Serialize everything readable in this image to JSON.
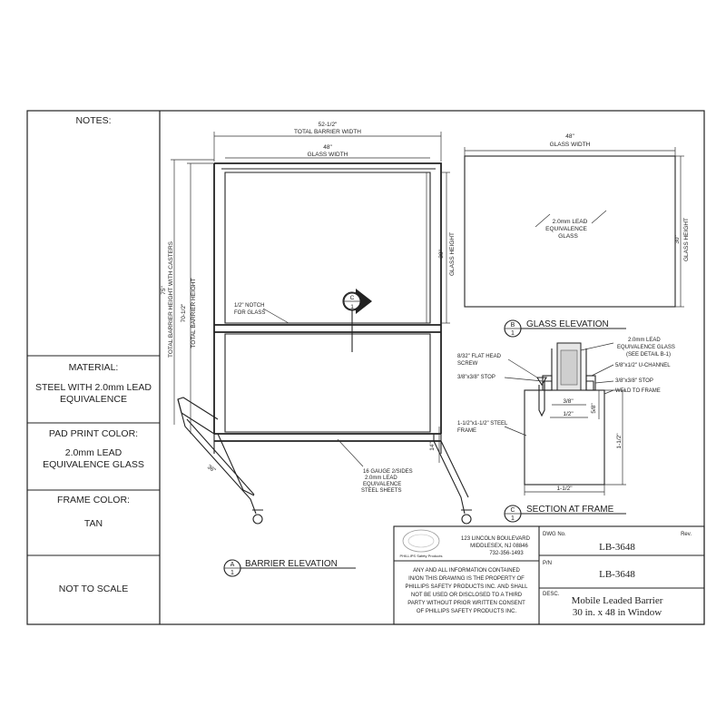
{
  "notes": {
    "title": "NOTES:",
    "material_label": "MATERIAL:",
    "material_line1": "STEEL WITH 2.0mm LEAD",
    "material_line2": "EQUIVALENCE",
    "pad_label": "PAD PRINT COLOR:",
    "pad_line1": "2.0mm LEAD",
    "pad_line2": "EQUIVALENCE GLASS",
    "frame_label": "FRAME COLOR:",
    "frame_value": "TAN",
    "scale": "NOT TO SCALE"
  },
  "barrier": {
    "total_width_value": "52-1/2\"",
    "total_width_label": "TOTAL BARRIER WIDTH",
    "glass_width_value": "48\"",
    "glass_width_label": "GLASS WIDTH",
    "glass_height_value": "30\"",
    "glass_height_label": "GLASS HEIGHT",
    "height_casters_value": "75\"",
    "height_casters_label": "TOTAL BARRIER HEIGHT WITH CASTERS",
    "total_height_value": "70-1/2\"",
    "total_height_label": "TOTAL BARRIER HEIGHT",
    "notch_line1": "1/2\" NOTCH",
    "notch_line2": "FOR GLASS",
    "base_dim": "14\"",
    "depth_dim": "36\"",
    "sheets_line1": "16 GAUGE 2/SIDES",
    "sheets_line2": "2.0mm LEAD",
    "sheets_line3": "EQUIVALENCE",
    "sheets_line4": "STEEL SHEETS",
    "section_letter": "C",
    "section_number": "1"
  },
  "glass_elevation": {
    "width_value": "48\"",
    "width_label": "GLASS WIDTH",
    "height_value": "30\"",
    "height_label": "GLASS HEIGHT",
    "center_line1": "2.0mm LEAD",
    "center_line2": "EQUIVALENCE",
    "center_line3": "GLASS"
  },
  "section": {
    "glass_note1": "2.0mm LEAD",
    "glass_note2": "EQUIVALENCE GLASS",
    "glass_note3": "(SEE DETAIL B-1)",
    "screw_line1": "8/32\" FLAT HEAD",
    "screw_line2": "SCREW",
    "stop_left": "3/8\"x3/8\" STOP",
    "uchannel": "5/8\"x1/2\" U-CHANNEL",
    "stop_right": "3/8\"x3/8\" STOP",
    "weld": "WELD TO FRAME",
    "dim_3_8": "3/8\"",
    "dim_1_2": "1/2\"",
    "dim_5_8": "5/8\"",
    "steel_line1": "1-1/2\"x1-1/2\" STEEL",
    "steel_line2": "FRAME",
    "dim_v": "1-1/2\"",
    "dim_h": "1-1/2\""
  },
  "titles": {
    "barrier": {
      "letter": "A",
      "number": "1",
      "text": "BARRIER ELEVATION"
    },
    "glass": {
      "letter": "B",
      "number": "1",
      "text": "GLASS ELEVATION"
    },
    "section": {
      "letter": "C",
      "number": "1",
      "text": "SECTION AT FRAME"
    }
  },
  "title_block": {
    "address1": "123 LINCOLN BOULEVARD",
    "address2": "MIDDLESEX, NJ 08846",
    "phone": "732-356-1493",
    "logo_small": "PHILLIPS Safety Products",
    "disclaimer": [
      "ANY AND ALL INFORMATION CONTAINED",
      "IN/ON THIS DRAWING IS THE PROPERTY OF",
      "PHILLIPS SAFETY PRODUCTS INC. AND SHALL",
      "NOT BE USED OR DISCLOSED TO A THIRD",
      "PARTY WITHOUT PRIOR WRITTEN CONSENT",
      "OF PHILLIPS SAFETY PRODUCTS INC."
    ],
    "dwg_label": "DWG No.",
    "rev_label": "Rev.",
    "dwg_value": "LB-3648",
    "pn_label": "P/N",
    "pn_value": "LB-3648",
    "desc_label": "DESC.",
    "desc_line1": "Mobile Leaded Barrier",
    "desc_line2": "30 in. x 48 in Window"
  }
}
